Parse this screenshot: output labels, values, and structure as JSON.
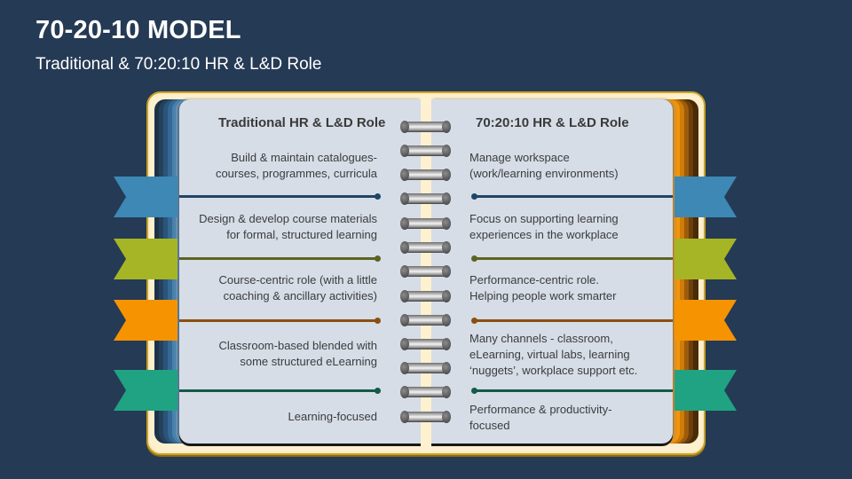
{
  "header": {
    "title": "70-20-10 MODEL",
    "subtitle": "Traditional & 70:20:10 HR & L&D Role"
  },
  "colors": {
    "background": "#253a54",
    "page": "#d6dde7",
    "spine": "#fef1cf",
    "frame_border": "#c9a227",
    "ribbon_blue": "#3d88b5",
    "ribbon_green": "#a6b525",
    "ribbon_orange": "#f59300",
    "ribbon_teal": "#1fa382",
    "line_navy": "#1f4566",
    "line_olive": "#5d6421",
    "line_brown": "#8a4f10",
    "line_teal": "#145a48"
  },
  "left_page": {
    "heading": "Traditional HR & L&D Role",
    "items": [
      {
        "line1": "Build & maintain catalogues-",
        "line2": "courses, programmes, curricula"
      },
      {
        "line1": "Design & develop course materials",
        "line2": "for formal, structured learning"
      },
      {
        "line1": "Course-centric role (with a little",
        "line2": "coaching & ancillary activities)"
      },
      {
        "line1": "Classroom-based blended with",
        "line2": "some structured eLearning"
      },
      {
        "line1": "Learning-focused",
        "line2": ""
      }
    ]
  },
  "right_page": {
    "heading": "70:20:10 HR & L&D Role",
    "items": [
      {
        "line1": "Manage workspace",
        "line2": "(work/learning environments)",
        "line3": ""
      },
      {
        "line1": "Focus on supporting learning",
        "line2": "experiences in the workplace",
        "line3": ""
      },
      {
        "line1": "Performance-centric role.",
        "line2": "Helping people work smarter",
        "line3": ""
      },
      {
        "line1": "Many channels - classroom,",
        "line2": "eLearning, virtual labs, learning",
        "line3": "‘nuggets’, workplace support etc."
      },
      {
        "line1": "Performance & productivity-",
        "line2": "focused",
        "line3": ""
      }
    ]
  },
  "ribbons": [
    {
      "name": "blue",
      "color": "#3d88b5"
    },
    {
      "name": "green",
      "color": "#a6b525"
    },
    {
      "name": "orange",
      "color": "#f59300"
    },
    {
      "name": "teal",
      "color": "#1fa382"
    }
  ],
  "spiral": {
    "ring_count": 13
  }
}
